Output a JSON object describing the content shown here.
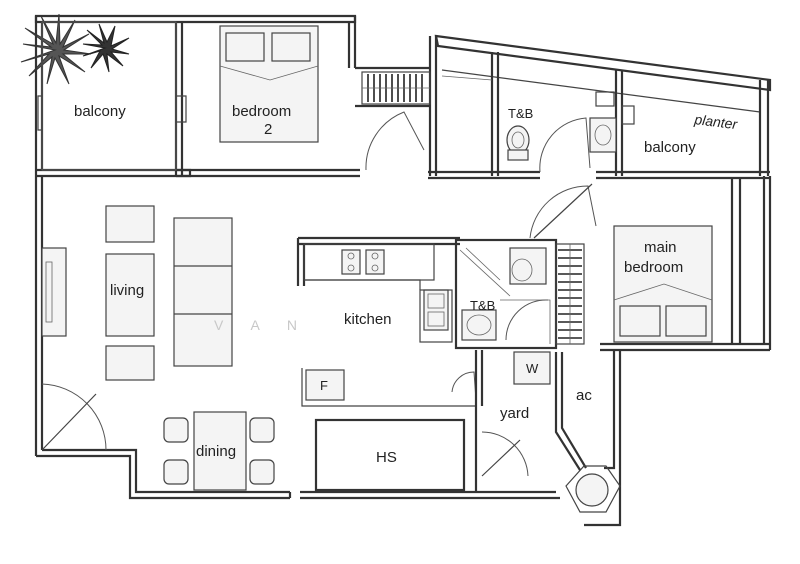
{
  "rooms": {
    "balcony_left": "balcony",
    "bedroom2_line1": "bedroom",
    "bedroom2_line2": "2",
    "tb_top": "T&B",
    "planter": "planter",
    "balcony_right": "balcony",
    "main_bedroom_line1": "main",
    "main_bedroom_line2": "bedroom",
    "living": "living",
    "kitchen": "kitchen",
    "tb_center": "T&B",
    "fridge": "F",
    "washer": "W",
    "yard": "yard",
    "ac": "ac",
    "dining": "dining",
    "hs": "HS"
  },
  "watermark": "V A N"
}
